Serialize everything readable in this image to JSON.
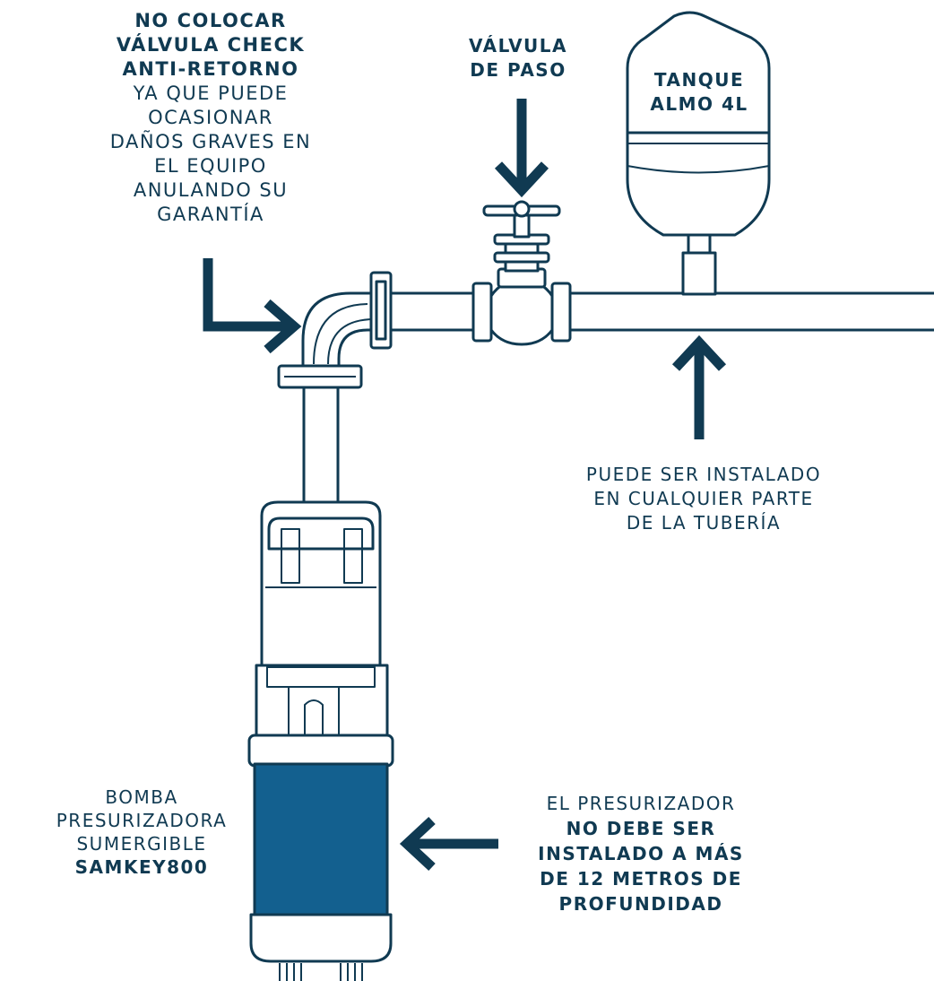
{
  "colors": {
    "outline": "#103a52",
    "pump_body": "#13608f",
    "background": "#ffffff"
  },
  "labels": {
    "check_valve": {
      "bold": [
        "NO COLOCAR",
        "VÁLVULA CHECK",
        "ANTI-RETORNO"
      ],
      "normal": [
        "YA QUE PUEDE",
        "OCASIONAR",
        "DAÑOS GRAVES EN",
        "EL EQUIPO",
        "ANULANDO SU",
        "GARANTÍA"
      ]
    },
    "gate_valve": [
      "VÁLVULA",
      "DE PASO"
    ],
    "tank": [
      "TANQUE",
      "ALMO 4L"
    ],
    "tube": [
      "PUEDE SER INSTALADO",
      "EN CUALQUIER PARTE",
      "DE LA TUBERÍA"
    ],
    "pump": {
      "normal": [
        "BOMBA",
        "PRESURIZADORA",
        "SUMERGIBLE"
      ],
      "bold": "SAMKEY800"
    },
    "depth": {
      "normal": "EL PRESURIZADOR",
      "bold": [
        "NO DEBE SER",
        "INSTALADO A MÁS",
        "DE 12 METROS DE",
        "PROFUNDIDAD"
      ]
    }
  }
}
